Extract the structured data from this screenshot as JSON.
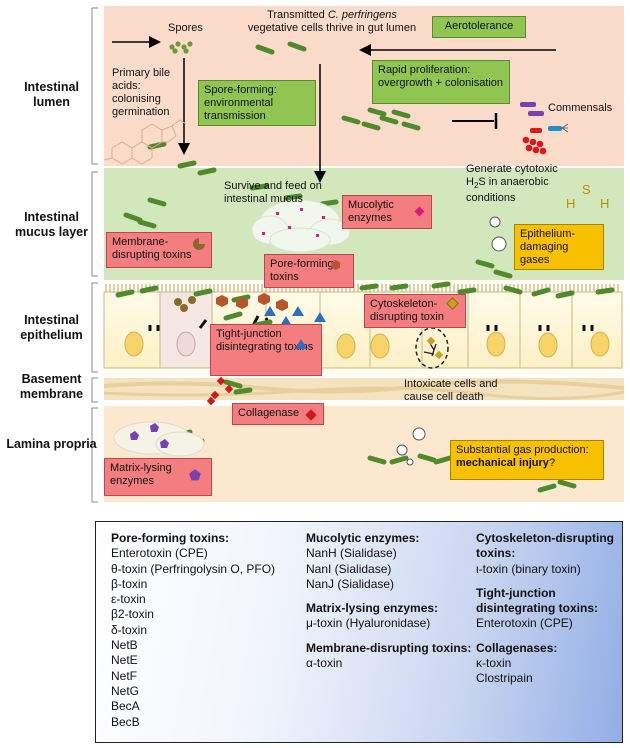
{
  "regions": {
    "lumen": "Intestinal lumen",
    "mucus": "Intestinal mucus layer",
    "epithelium": "Intestinal epithelium",
    "basement": "Basement membrane",
    "lamina": "Lamina propria"
  },
  "labels": {
    "spores": "Spores",
    "transmitted_pre": "Transmitted ",
    "transmitted_species": "C. perfringens",
    "transmitted_post": "vegetative cells thrive in gut lumen",
    "bile": "Primary bile acids: colonising germination",
    "commensals": "Commensals",
    "survive": "Survive and feed on intestinal mucus",
    "h2s_pre": "Generate cytotoxic H",
    "h2s_sub": "2",
    "h2s_post": "S in anaerobic conditions",
    "intoxicate": "Intoxicate cells and cause cell death",
    "h2s_h1": "H",
    "h2s_s": "S",
    "h2s_h2": "H"
  },
  "boxes": {
    "aerotolerance": "Aerotolerance",
    "rapid": "Rapid proliferation: overgrowth + colonisation",
    "spore_forming": "Spore-forming: environmental transmission",
    "mucolytic": "Mucolytic enzymes",
    "membrane": "Membrane-disrupting toxins",
    "pore": "Pore-forming toxins",
    "epi_damage": "Epithelium-damaging gases",
    "cytoskeleton": "Cytoskeleton-disrupting toxin",
    "tight": "Tight-junction disintegrating toxins",
    "collagenase": "Collagenase",
    "matrix": "Matrix-lysing enzymes",
    "gas_pre": "Substantial gas production: ",
    "gas_bold": "mechanical injury",
    "gas_post": "?"
  },
  "legend": {
    "pore": {
      "title": "Pore-forming toxins:",
      "items": [
        "Enterotoxin (CPE)",
        "θ-toxin (Perfringolysin O, PFO)",
        "β-toxin",
        "ε-toxin",
        "β2-toxin",
        "δ-toxin",
        "NetB",
        "NetE",
        "NetF",
        "NetG",
        "BecA",
        "BecB"
      ]
    },
    "mucolytic": {
      "title": "Mucolytic enzymes:",
      "items": [
        "NanH (Sialidase)",
        "NanI (Sialidase)",
        "NanJ (Sialidase)"
      ]
    },
    "matrix": {
      "title": "Matrix-lysing enzymes:",
      "items": [
        "μ-toxin (Hyaluronidase)"
      ]
    },
    "membrane": {
      "title": "Membrane-disrupting toxins:",
      "items": [
        "α-toxin"
      ]
    },
    "cytoskeleton": {
      "title": "Cytoskeleton-disrupting toxins:",
      "items": [
        "ι-toxin (binary toxin)"
      ]
    },
    "tight": {
      "title": "Tight-junction disintegrating toxins:",
      "items": [
        "Enterotoxin (CPE)"
      ]
    },
    "collagenases": {
      "title": "Collagenases:",
      "items": [
        "κ-toxin",
        "Clostripain"
      ]
    }
  },
  "colors": {
    "lumen_bg": "#fbdccb",
    "mucus_bg": "#d3e7bd",
    "lamina_bg": "#fce8cf",
    "bacteria": "#4f8a2b",
    "box_green": "#8fc550",
    "box_red": "#f47d80",
    "box_amber": "#f7c100"
  }
}
